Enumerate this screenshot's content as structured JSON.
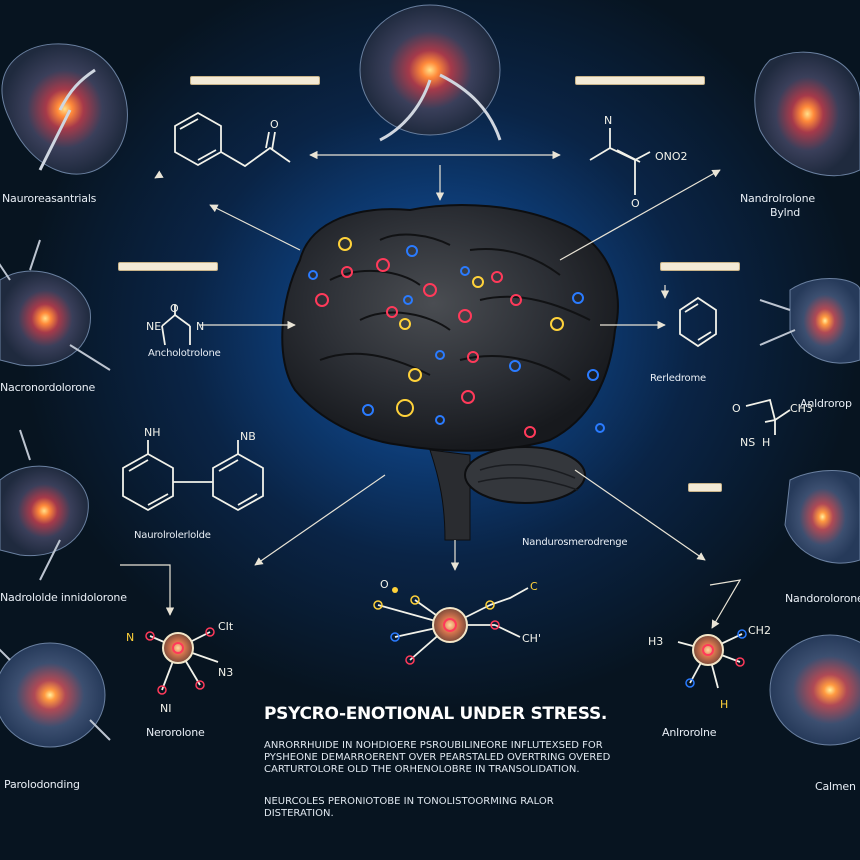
{
  "diagram": {
    "title": "PSYCRO-ENOTIONAL UNDER STRESS.",
    "paragraph_lines": [
      "ANRORRHUIDE IN NOHDIOERE PSROUBILINEORE INFLUTEXSED FOR",
      "PYSHEONE DEMARROERENT OVER PEARSTALED OVERTRING OVERED",
      "CARTURTOLORE OLD THE ORHENOLOBRE IN TRANSOLIDATION."
    ],
    "footnote": "NEURCOLES PERONIOTOBE IN TONOLISTOORMING RALOR DISTERATION.",
    "neuron_labels": {
      "top_left": "Nauroreasantrials",
      "top_right_1": "Nandrolrolone",
      "top_right_2": "Bylnd",
      "mid_left": "Nacronordolorone",
      "lower_left": "Nadrololde innidolorone",
      "bottom_left": "Parolodonding",
      "right_mid": "Nandorolorone",
      "bottom_right": "Calmen"
    },
    "molecule_labels": {
      "left_small": "Ancholotrolone",
      "right_small": "Rerledrome",
      "biphenyl": "Naurolrolerlolde",
      "cerebellum": "Nandurosmerodrenge",
      "bottom_left": "Nerorolone",
      "bottom_right": "Anlrorolne",
      "far_right": "Anldrorop"
    },
    "atoms": {
      "o_top": "O",
      "n_top": "N",
      "ono2": "ONO2",
      "o_small": "O",
      "ne": "NE",
      "n_small": "N",
      "nh": "NH",
      "nb": "NB",
      "o2": "O",
      "ch3": "CH3",
      "ns": "NS",
      "h": "H",
      "n2": "N",
      "cit": "CIt",
      "ni": "NI",
      "n3": "N3",
      "o3": "O",
      "c": "C",
      "ch_prime": "CH'",
      "h3": "H3",
      "ch2": "CH2",
      "h2": "H"
    },
    "colors": {
      "background": "#0a2446",
      "glow": "#1a5fb0",
      "brain": "#2b2e34",
      "neuron_core": "#ff7a3a",
      "line": "#e9e4d6",
      "node_red": "#ff3a5a",
      "node_blue": "#2a7bff",
      "node_yellow": "#ffd23a"
    }
  }
}
